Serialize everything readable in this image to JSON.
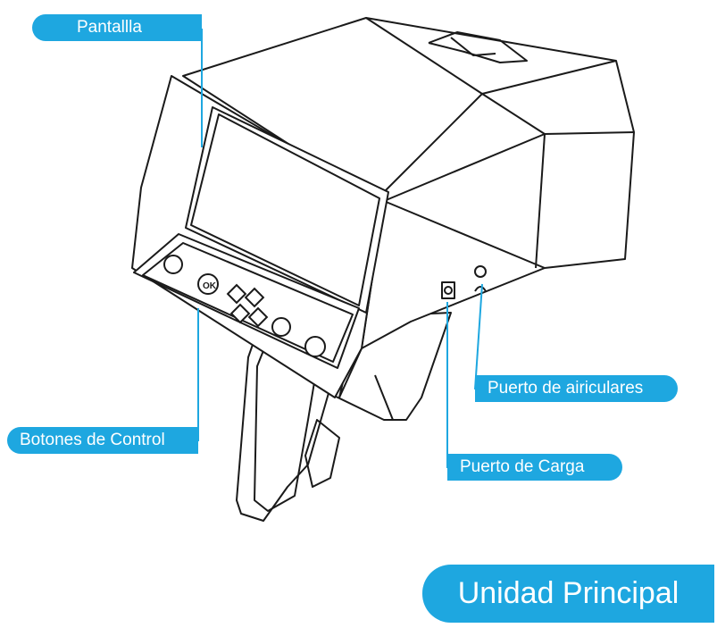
{
  "labels": {
    "screen": "Pantallla",
    "control_buttons": "Botones de Control",
    "charging_port": "Puerto de Carga",
    "headphone_port": "Puerto de airiculares"
  },
  "title": "Unidad Principal",
  "colors": {
    "accent": "#1ea7e0",
    "outline": "#1a1a1a",
    "background": "#ffffff"
  },
  "buttons": {
    "ok": "OK"
  },
  "icons": [
    "gear-icon",
    "ok-button",
    "arrow-up-left-icon",
    "arrow-up-right-icon",
    "arrow-down-left-icon",
    "arrow-down-right-icon",
    "back-icon",
    "power-icon",
    "charging-icon",
    "headphone-icon",
    "logo-icon"
  ]
}
